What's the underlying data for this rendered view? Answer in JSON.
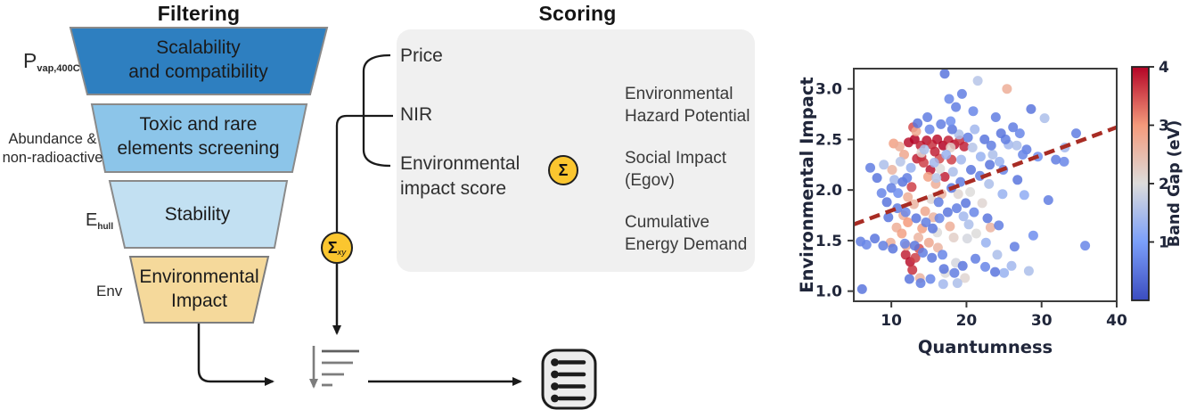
{
  "titles": {
    "filtering": "Filtering",
    "scoring": "Scoring"
  },
  "funnel": {
    "stages": [
      {
        "label": "Scalability\nand compatibility",
        "side_main": "P",
        "side_sub": "vap,400C",
        "color": "#2e7fc0"
      },
      {
        "label": "Toxic and rare\nelements screening",
        "side_label": "Abundance &\nnon-radioactive",
        "color": "#8cc5e9"
      },
      {
        "label": "Stability",
        "side_main": "E",
        "side_sub": "hull",
        "color": "#c2e0f2"
      },
      {
        "label": "Environmental\nImpact",
        "side_label": "Env",
        "color": "#f5d99b"
      }
    ]
  },
  "flow": {
    "sum_xy": {
      "symbol": "Σ",
      "sub": "xy"
    },
    "sum": {
      "symbol": "Σ"
    },
    "accent_yellow": "#fbc62f"
  },
  "icons": {
    "sort_descending": "sort-descending-icon",
    "ranked_list": "ranked-list-icon"
  },
  "scoring": {
    "inputs": [
      "Price",
      "NIR",
      "Environmental\nimpact score"
    ],
    "components": [
      "Environmental\nHazard Potential",
      "Social Impact\n(Egov)",
      "Cumulative\nEnergy Demand"
    ]
  },
  "chart_data": {
    "type": "scatter",
    "xlabel": "Quantumness",
    "ylabel": "Environmental Impact",
    "xlim": [
      5,
      40
    ],
    "ylim": [
      0.9,
      3.2
    ],
    "xticks": [
      "10",
      "20",
      "30",
      "40"
    ],
    "yticks": [
      "1.0",
      "1.5",
      "2.0",
      "2.5",
      "3.0"
    ],
    "grid": false,
    "point_color_meaning": "band gap (eV), coolwarm colormap",
    "colorbar": {
      "label": "Band Gap (eV)",
      "ticks": [
        "1",
        "2",
        "3",
        "4"
      ],
      "range": [
        0,
        4
      ],
      "colormap": "coolwarm"
    },
    "trend_line": {
      "x": [
        5,
        40
      ],
      "y": [
        1.66,
        2.62
      ],
      "style": "dashed",
      "color": "#a82c24"
    },
    "points": [
      [
        12.3,
        2.47,
        3.9
      ],
      [
        13.1,
        2.5,
        4
      ],
      [
        13.9,
        2.44,
        3.8
      ],
      [
        14.7,
        2.49,
        3.9
      ],
      [
        15.4,
        2.45,
        3.7
      ],
      [
        16.1,
        2.5,
        3.9
      ],
      [
        16.9,
        2.44,
        4
      ],
      [
        17.6,
        2.49,
        3.8
      ],
      [
        18.4,
        2.45,
        3.9
      ],
      [
        19.1,
        2.49,
        3.7
      ],
      [
        19.7,
        2.43,
        3.8
      ],
      [
        13.4,
        2.31,
        3.8
      ],
      [
        14.3,
        2.27,
        3.6
      ],
      [
        15.2,
        2.2,
        3.9
      ],
      [
        16.4,
        2.31,
        3.5
      ],
      [
        17.1,
        2.13,
        3.8
      ],
      [
        12.7,
        2.03,
        3.6
      ],
      [
        14,
        2.33,
        3.7
      ],
      [
        18,
        2.3,
        3.6
      ],
      [
        12.9,
        2.62,
        3.5
      ],
      [
        15.8,
        2.38,
        3.8
      ],
      [
        11.9,
        1.36,
        3.8
      ],
      [
        12.5,
        1.29,
        3.9
      ],
      [
        13.2,
        1.33,
        3.6
      ],
      [
        12.8,
        1.21,
        3.7
      ],
      [
        13.7,
        1.42,
        3.5
      ],
      [
        10.3,
        2.46,
        2.9
      ],
      [
        11.1,
        2.43,
        2.7
      ],
      [
        11.7,
        2.35,
        2.8
      ],
      [
        25.4,
        3,
        2.7
      ],
      [
        12.2,
        1.93,
        2.7
      ],
      [
        13,
        1.86,
        2.6
      ],
      [
        14.5,
        1.79,
        2.8
      ],
      [
        15.6,
        1.73,
        2.6
      ],
      [
        10.7,
        1.63,
        2.7
      ],
      [
        11.4,
        1.57,
        2.9
      ],
      [
        13.6,
        1.53,
        2.6
      ],
      [
        15,
        1.48,
        2.8
      ],
      [
        16.2,
        1.43,
        2.6
      ],
      [
        17.8,
        1.64,
        2.7
      ],
      [
        23.2,
        1.63,
        2.6
      ],
      [
        9.9,
        1.48,
        2.7
      ],
      [
        12,
        1.45,
        2.8
      ],
      [
        14.9,
        2.13,
        2.9
      ],
      [
        15.9,
        2.06,
        2.7
      ],
      [
        16.7,
        1.96,
        2.6
      ],
      [
        11.6,
        1.75,
        2.7
      ],
      [
        14.1,
        1.62,
        2.9
      ],
      [
        10.1,
        2.2,
        2.6
      ],
      [
        13.8,
        1.13,
        2.6
      ],
      [
        12.2,
        1.68,
        3
      ],
      [
        13.3,
        2.58,
        2.8
      ],
      [
        14,
        2.37,
        2.1
      ],
      [
        16.5,
        2.21,
        2
      ],
      [
        18.9,
        1.96,
        2.1
      ],
      [
        16.1,
        1.58,
        2
      ],
      [
        18.3,
        1.53,
        2.2
      ],
      [
        21.3,
        1.57,
        2
      ],
      [
        22.1,
        1.87,
        2.1
      ],
      [
        17.2,
        1.18,
        2
      ],
      [
        19.8,
        1.13,
        2.1
      ],
      [
        20.5,
        1.98,
        2
      ],
      [
        15.3,
        1.91,
        2.1
      ],
      [
        17.9,
        2.42,
        2.2
      ],
      [
        20.1,
        1.52,
        1.9
      ],
      [
        18.6,
        1.28,
        1.9
      ],
      [
        9,
        2.25,
        1.5
      ],
      [
        10.4,
        2.1,
        1.4
      ],
      [
        11.2,
        2.28,
        1.6
      ],
      [
        12.6,
        2.22,
        1.3
      ],
      [
        14.4,
        2.4,
        1.5
      ],
      [
        15.7,
        2.27,
        1.4
      ],
      [
        16,
        2.12,
        1.6
      ],
      [
        17.3,
        2.35,
        1.3
      ],
      [
        18.2,
        2.18,
        1.5
      ],
      [
        19.3,
        2.3,
        1.4
      ],
      [
        20.8,
        2.42,
        1.6
      ],
      [
        21.9,
        2.33,
        1.3
      ],
      [
        19,
        2.55,
        1.5
      ],
      [
        21.1,
        2.6,
        1.4
      ],
      [
        23.5,
        2.35,
        1.5
      ],
      [
        24.4,
        2.28,
        1.3
      ],
      [
        25.6,
        2.45,
        1.4
      ],
      [
        26.7,
        2.44,
        1.5
      ],
      [
        30.4,
        2.71,
        1.5
      ],
      [
        33.1,
        2.42,
        1.4
      ],
      [
        21.5,
        3.08,
        1.6
      ],
      [
        19.6,
        1.74,
        1.4
      ],
      [
        20.3,
        1.66,
        1.5
      ],
      [
        22.6,
        1.48,
        1.3
      ],
      [
        24.1,
        1.36,
        1.5
      ],
      [
        26,
        1.25,
        1.4
      ],
      [
        28.3,
        1.2,
        1.5
      ],
      [
        25,
        1.18,
        1.3
      ],
      [
        18.8,
        1.08,
        1.5
      ],
      [
        16.9,
        1.07,
        1.4
      ],
      [
        23,
        2.06,
        1.5
      ],
      [
        24.8,
        1.96,
        1.3
      ],
      [
        27.7,
        1.95,
        1.2
      ],
      [
        17.1,
        3.15,
        0.5
      ],
      [
        18.6,
        2.82,
        0.6
      ],
      [
        20.9,
        2.78,
        0.7
      ],
      [
        23.9,
        2.72,
        0.6
      ],
      [
        28.6,
        2.8,
        0.5
      ],
      [
        26.2,
        2.62,
        0.6
      ],
      [
        27.1,
        2.56,
        0.7
      ],
      [
        25.2,
        2.5,
        0.6
      ],
      [
        28,
        2.4,
        0.6
      ],
      [
        29.5,
        2.33,
        0.8
      ],
      [
        31.9,
        2.3,
        0.6
      ],
      [
        27.5,
        2.35,
        0.7
      ],
      [
        22.4,
        2.5,
        0.5
      ],
      [
        23.3,
        2.44,
        0.6
      ],
      [
        24.6,
        2.56,
        0.5
      ],
      [
        20.2,
        2.52,
        0.6
      ],
      [
        18.1,
        2.6,
        0.5
      ],
      [
        16.6,
        2.65,
        0.6
      ],
      [
        15.1,
        2.6,
        0.7
      ],
      [
        13.5,
        2.66,
        0.5
      ],
      [
        14.8,
        2.72,
        0.6
      ],
      [
        17.9,
        2.68,
        0.8
      ],
      [
        7.2,
        2.22,
        0.6
      ],
      [
        8.1,
        2.12,
        0.5
      ],
      [
        8.7,
        1.97,
        0.7
      ],
      [
        9.4,
        1.88,
        0.5
      ],
      [
        10,
        2.02,
        0.6
      ],
      [
        10.9,
        1.97,
        0.8
      ],
      [
        11.5,
        2.08,
        0.5
      ],
      [
        12.1,
        2.12,
        0.6
      ],
      [
        9.6,
        1.73,
        0.5
      ],
      [
        10.8,
        1.82,
        0.6
      ],
      [
        11.9,
        1.78,
        0.7
      ],
      [
        13.3,
        1.72,
        0.5
      ],
      [
        14.6,
        1.68,
        0.6
      ],
      [
        15.5,
        1.62,
        0.5
      ],
      [
        16.4,
        1.72,
        0.7
      ],
      [
        17.5,
        1.78,
        0.5
      ],
      [
        18.7,
        1.82,
        0.6
      ],
      [
        19.9,
        1.87,
        0.5
      ],
      [
        21,
        1.78,
        0.7
      ],
      [
        22.8,
        1.72,
        0.5
      ],
      [
        24.3,
        1.65,
        0.6
      ],
      [
        5.9,
        1.49,
        0.6
      ],
      [
        6.7,
        1.46,
        0.7
      ],
      [
        7.8,
        1.52,
        0.5
      ],
      [
        8.9,
        1.45,
        0.6
      ],
      [
        10.2,
        1.42,
        0.5
      ],
      [
        11.8,
        1.47,
        0.7
      ],
      [
        13.1,
        1.45,
        0.5
      ],
      [
        14.2,
        1.38,
        0.6
      ],
      [
        15.4,
        1.33,
        0.5
      ],
      [
        16.8,
        1.36,
        0.7
      ],
      [
        12.4,
        1.12,
        0.5
      ],
      [
        13.9,
        1.08,
        0.6
      ],
      [
        15.2,
        1.12,
        0.7
      ],
      [
        17,
        1.22,
        0.5
      ],
      [
        18.4,
        1.18,
        0.6
      ],
      [
        19.5,
        1.25,
        0.5
      ],
      [
        21.2,
        1.32,
        0.6
      ],
      [
        22.5,
        1.24,
        0.7
      ],
      [
        23.8,
        1.19,
        0.5
      ],
      [
        6.1,
        1.02,
        0.5
      ],
      [
        35.8,
        1.45,
        0.7
      ],
      [
        30.9,
        1.9,
        0.6
      ],
      [
        28.9,
        1.55,
        0.8
      ],
      [
        26.4,
        1.44,
        0.6
      ],
      [
        20.6,
        2.2,
        0.5
      ],
      [
        21.8,
        2.14,
        0.6
      ],
      [
        23.1,
        2.25,
        0.5
      ],
      [
        24.9,
        2.2,
        0.7
      ],
      [
        26.8,
        2.1,
        0.5
      ],
      [
        19.2,
        2.08,
        0.6
      ],
      [
        18,
        2.02,
        0.5
      ],
      [
        16.3,
        1.88,
        0.6
      ],
      [
        33,
        2.28,
        0.7
      ],
      [
        34.6,
        2.56,
        0.6
      ],
      [
        19.4,
        2.95,
        0.6
      ],
      [
        17.7,
        2.9,
        0.7
      ]
    ]
  }
}
